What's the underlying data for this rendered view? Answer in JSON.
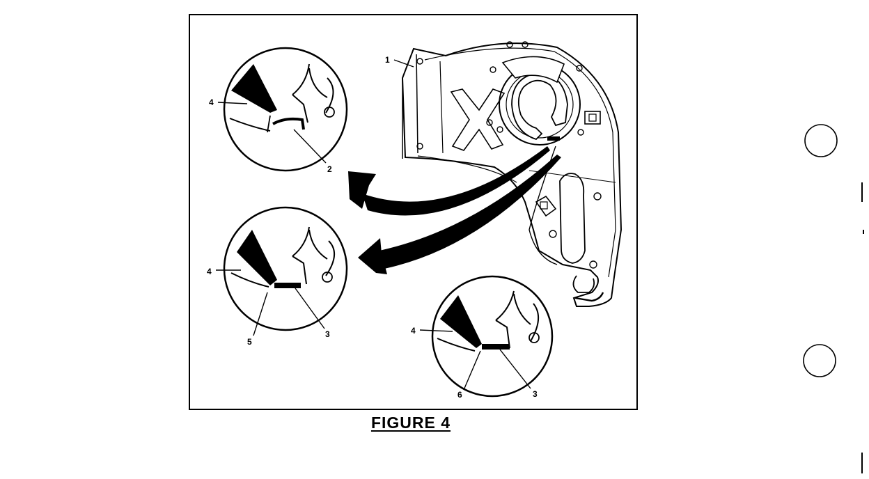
{
  "figure": {
    "caption": "FIGURE 4",
    "callouts": {
      "main_1": "1",
      "top_4": "4",
      "top_2": "2",
      "mid_4": "4",
      "mid_5": "5",
      "mid_3": "3",
      "low_4": "4",
      "low_6": "6",
      "low_3": "3"
    }
  },
  "colors": {
    "ink": "#000000",
    "paper": "#ffffff"
  }
}
